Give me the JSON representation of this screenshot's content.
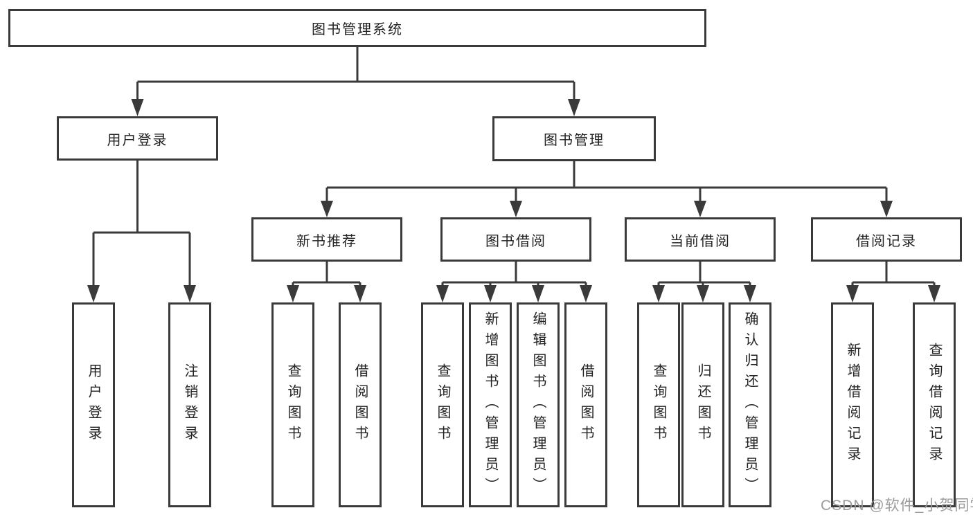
{
  "diagram": {
    "root": {
      "label": "图书管理系统"
    },
    "level2": {
      "user_login_group": {
        "label": "用户登录"
      },
      "book_mgmt": {
        "label": "图书管理"
      }
    },
    "level3": {
      "new_book_rec": {
        "label": "新书推荐"
      },
      "book_borrow": {
        "label": "图书借阅"
      },
      "current_borrow": {
        "label": "当前借阅"
      },
      "borrow_records": {
        "label": "借阅记录"
      }
    },
    "leaves": {
      "user_login": {
        "label": "用户登录"
      },
      "logout": {
        "label": "注销登录"
      },
      "nb_query_books": {
        "label": "查询图书"
      },
      "nb_borrow_books": {
        "label": "借阅图书"
      },
      "bb_query_books": {
        "label": "查询图书"
      },
      "bb_add_books": {
        "label": "新增图书（管理员）"
      },
      "bb_edit_books": {
        "label": "编辑图书（管理员）"
      },
      "bb_borrow_books": {
        "label": "借阅图书"
      },
      "cb_query_books": {
        "label": "查询图书"
      },
      "cb_return_books": {
        "label": "归还图书"
      },
      "cb_confirm_return": {
        "label": "确认归还（管理员）"
      },
      "br_add_record": {
        "label": "新增借阅记录"
      },
      "br_query_record": {
        "label": "查询借阅记录"
      }
    },
    "edges": [
      {
        "from": "图书管理系统",
        "to": "用户登录"
      },
      {
        "from": "图书管理系统",
        "to": "图书管理"
      },
      {
        "from": "用户登录",
        "to": "用户登录"
      },
      {
        "from": "用户登录",
        "to": "注销登录"
      },
      {
        "from": "图书管理",
        "to": "新书推荐"
      },
      {
        "from": "图书管理",
        "to": "图书借阅"
      },
      {
        "from": "图书管理",
        "to": "当前借阅"
      },
      {
        "from": "图书管理",
        "to": "借阅记录"
      },
      {
        "from": "新书推荐",
        "to": "查询图书"
      },
      {
        "from": "新书推荐",
        "to": "借阅图书"
      },
      {
        "from": "图书借阅",
        "to": "查询图书"
      },
      {
        "from": "图书借阅",
        "to": "新增图书（管理员）"
      },
      {
        "from": "图书借阅",
        "to": "编辑图书（管理员）"
      },
      {
        "from": "图书借阅",
        "to": "借阅图书"
      },
      {
        "from": "当前借阅",
        "to": "查询图书"
      },
      {
        "from": "当前借阅",
        "to": "归还图书"
      },
      {
        "from": "当前借阅",
        "to": "确认归还（管理员）"
      },
      {
        "from": "借阅记录",
        "to": "新增借阅记录"
      },
      {
        "from": "借阅记录",
        "to": "查询借阅记录"
      }
    ],
    "watermark": "CSDN @软件_小贺同学",
    "colors": {
      "line": "#3a3a3a",
      "text": "#222222",
      "watermark": "#9b9b9b",
      "background": "#ffffff"
    }
  }
}
